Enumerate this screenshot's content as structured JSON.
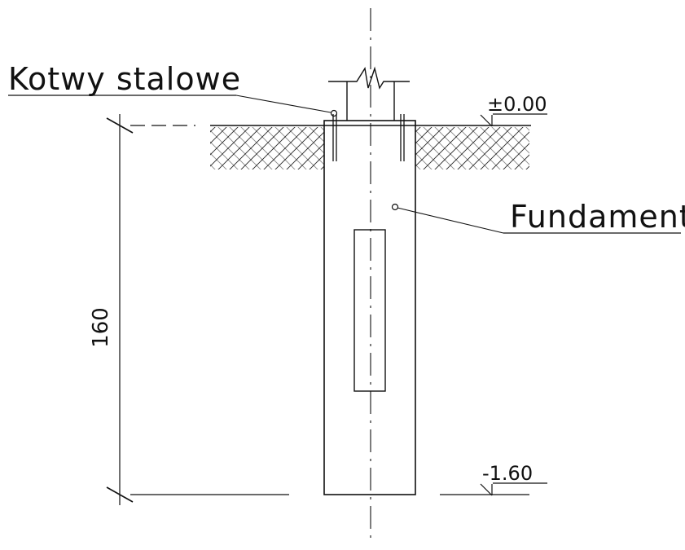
{
  "labels": {
    "anchors": "Kotwy stalowe",
    "foundation": "Fundament",
    "level_top": "±0.00",
    "level_bottom": "-1.60",
    "dimension": "160"
  }
}
